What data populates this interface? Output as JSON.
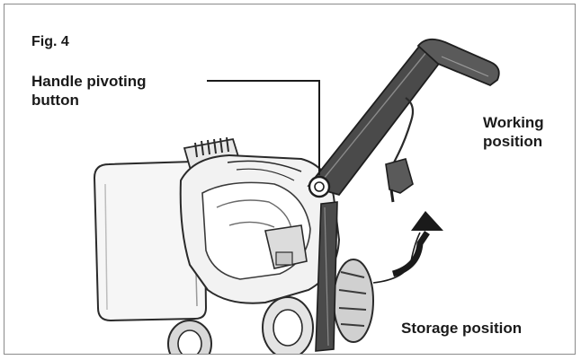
{
  "figure": {
    "number": "Fig. 4"
  },
  "callouts": {
    "pivot_button": [
      "Handle pivoting",
      "button"
    ],
    "working": [
      "Working",
      "position"
    ],
    "storage": "Storage position"
  },
  "colors": {
    "frame": "#8a8a8a",
    "text": "#1a1a1a",
    "body_fill": "#f4f4f4",
    "handle_dark": "#3e3e3e",
    "outline": "#2a2a2a"
  }
}
